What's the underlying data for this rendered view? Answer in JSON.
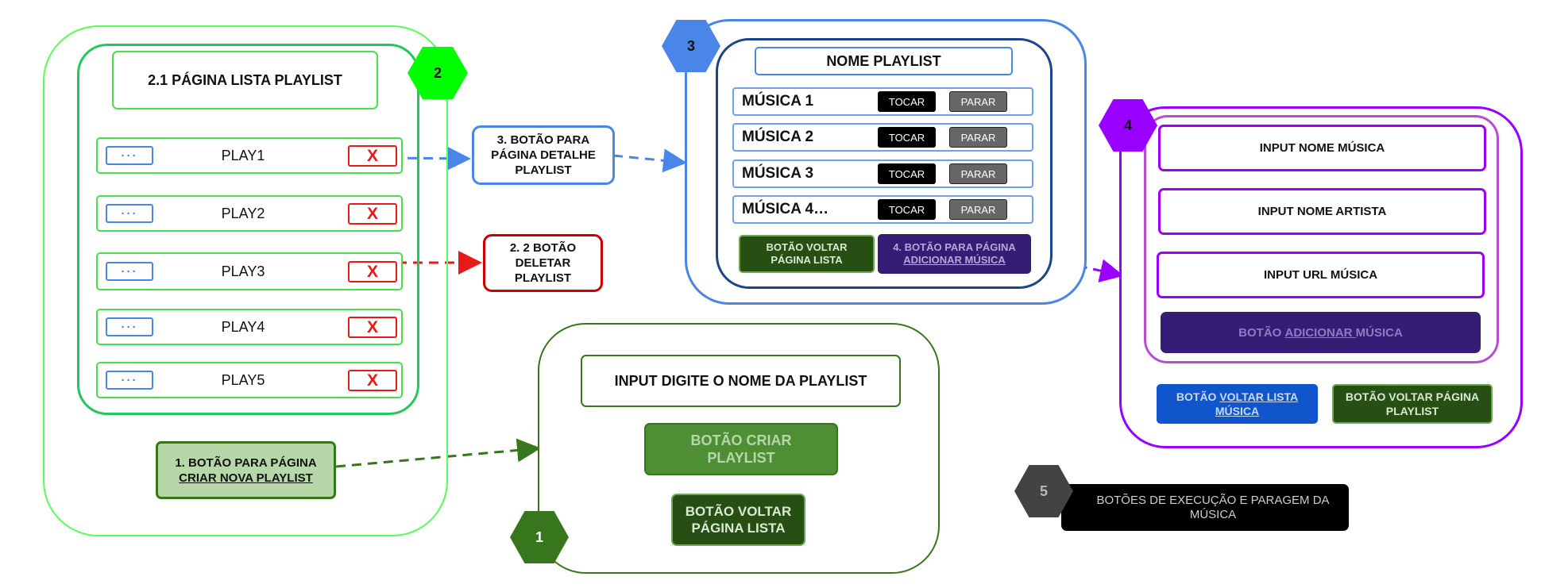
{
  "section2": {
    "badge": "2",
    "title": "2.1 PÁGINA LISTA PLAYLIST",
    "more_label": "···",
    "delete_label": "X",
    "playlists": [
      "PLAY1",
      "PLAY2",
      "PLAY3",
      "PLAY4",
      "PLAY5"
    ],
    "create_button": {
      "line1": "1. BOTÃO PARA PÁGINA",
      "line2": "CRIAR NOVA PLAYLIST"
    }
  },
  "annotations": {
    "detail_button": "3. BOTÃO PARA PÁGINA DETALHE PLAYLIST",
    "delete_button": "2. 2 BOTÃO DELETAR PLAYLIST"
  },
  "section1": {
    "badge": "1",
    "input": "INPUT DIGITE O NOME DA PLAYLIST",
    "create_button": "BOTÃO CRIAR PLAYLIST",
    "back_button": "BOTÃO VOLTAR PÁGINA LISTA"
  },
  "section3": {
    "badge": "3",
    "title": "NOME PLAYLIST",
    "play_label": "TOCAR",
    "stop_label": "PARAR",
    "songs": [
      "MÚSICA 1",
      "MÚSICA 2",
      "MÚSICA 3",
      "MÚSICA 4…"
    ],
    "back_button": "BOTÃO VOLTAR PÁGINA LISTA",
    "add_button": {
      "line1": "4.  BOTÃO PARA PÁGINA",
      "line2": "ADICIONAR MÚSICA"
    }
  },
  "section4": {
    "badge": "4",
    "input_song": "INPUT NOME MÚSICA",
    "input_artist": "INPUT NOME ARTISTA",
    "input_url": "INPUT URL MÚSICA",
    "add_button": {
      "pre": "BOTÃO ",
      "underlined": "ADICIONAR ",
      "post": "MÚSICA"
    },
    "back_songs": {
      "pre": "BOTÃO ",
      "underlined": "VOLTAR LISTA MÚSICA"
    },
    "back_playlist": "BOTÃO VOLTAR PÁGINA PLAYLIST"
  },
  "section5": {
    "badge": "5",
    "label": "BOTÕES DE EXECUÇÃO E PARAGEM  DA MÚSICA"
  },
  "colors": {
    "green_bright": "#00ff00",
    "green_dark": "#38761d",
    "blue": "#4a86e8",
    "navy": "#1c4587",
    "purple": "#9900ff",
    "dark_purple": "#351c75",
    "red": "#cc0000",
    "gray": "#434343"
  }
}
